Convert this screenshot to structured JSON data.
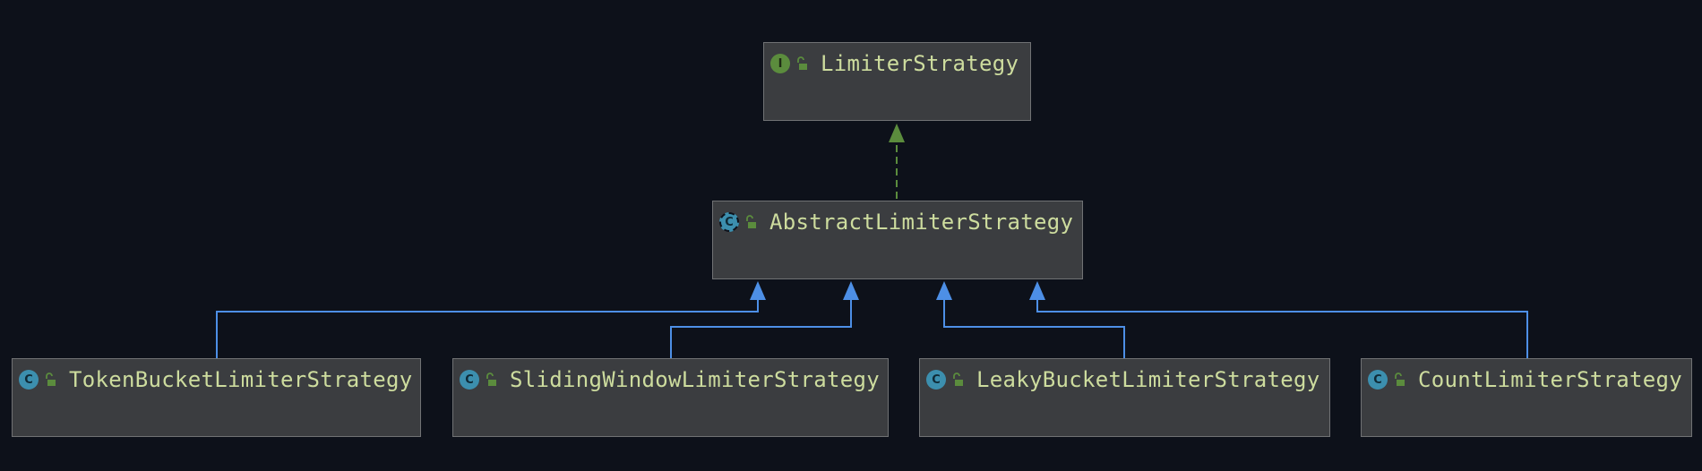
{
  "colors": {
    "background": "#0d111a",
    "node_fill": "#3b3d40",
    "node_border": "#707274",
    "label": "#cddc9e",
    "implements_edge": "#5b8c3d",
    "extends_edge": "#4d8fe6"
  },
  "nodes": {
    "limiter_strategy": {
      "label": "LimiterStrategy",
      "kind": "interface",
      "kind_letter": "I",
      "icon": "interface-icon"
    },
    "abstract_limiter_strategy": {
      "label": "AbstractLimiterStrategy",
      "kind": "abstract-class",
      "kind_letter": "C",
      "icon": "abstract-class-icon"
    },
    "token_bucket": {
      "label": "TokenBucketLimiterStrategy",
      "kind": "class",
      "kind_letter": "C",
      "icon": "class-icon"
    },
    "sliding_window": {
      "label": "SlidingWindowLimiterStrategy",
      "kind": "class",
      "kind_letter": "C",
      "icon": "class-icon"
    },
    "leaky_bucket": {
      "label": "LeakyBucketLimiterStrategy",
      "kind": "class",
      "kind_letter": "C",
      "icon": "class-icon"
    },
    "count": {
      "label": "CountLimiterStrategy",
      "kind": "class",
      "kind_letter": "C",
      "icon": "class-icon"
    }
  },
  "edges": [
    {
      "from": "abstract_limiter_strategy",
      "to": "limiter_strategy",
      "type": "implements"
    },
    {
      "from": "token_bucket",
      "to": "abstract_limiter_strategy",
      "type": "extends"
    },
    {
      "from": "sliding_window",
      "to": "abstract_limiter_strategy",
      "type": "extends"
    },
    {
      "from": "leaky_bucket",
      "to": "abstract_limiter_strategy",
      "type": "extends"
    },
    {
      "from": "count",
      "to": "abstract_limiter_strategy",
      "type": "extends"
    }
  ]
}
